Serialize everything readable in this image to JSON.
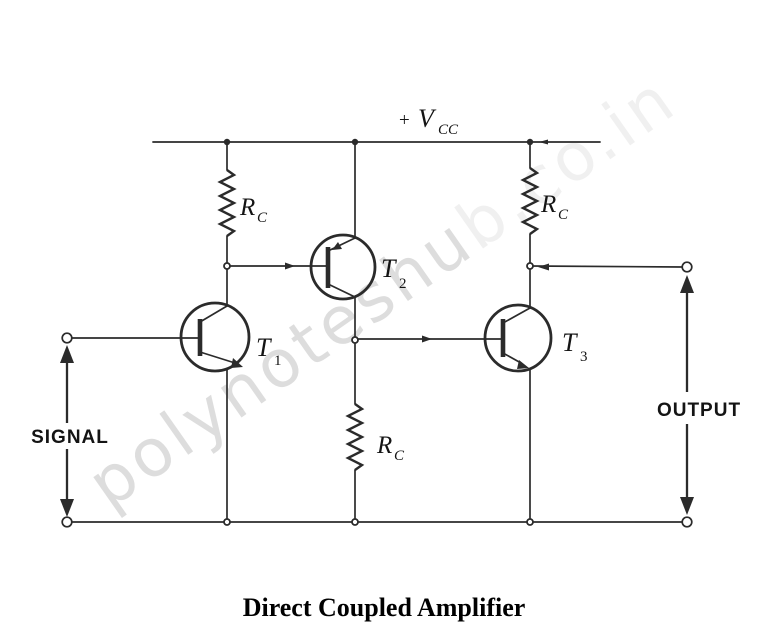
{
  "title": "Direct Coupled Amplifier",
  "watermark": "polynoteshub.co.in",
  "labels": {
    "supply": {
      "plus": "+",
      "main": "V",
      "sub": "CC"
    },
    "rc_left": {
      "main": "R",
      "sub": "C"
    },
    "rc_middle": {
      "main": "R",
      "sub": "C"
    },
    "rc_right": {
      "main": "R",
      "sub": "C"
    },
    "t1": {
      "main": "T",
      "sub": "1"
    },
    "t2": {
      "main": "T",
      "sub": "2"
    },
    "t3": {
      "main": "T",
      "sub": "3"
    },
    "signal": "SIGNAL",
    "output": "OUTPUT"
  },
  "colors": {
    "line": "#2b2b2b",
    "text": "#141414",
    "watermark": "#c8c8c8",
    "background": "#ffffff"
  }
}
